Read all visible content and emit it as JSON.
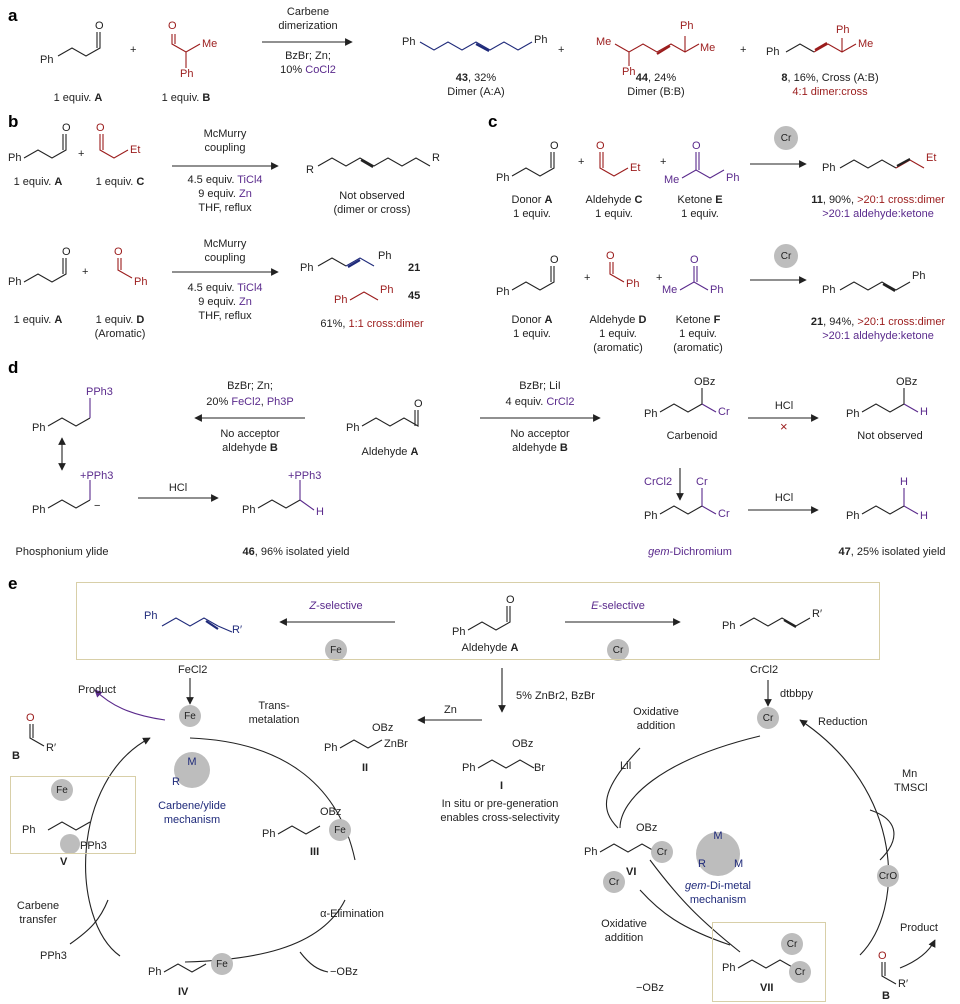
{
  "panel_labels": {
    "a": "a",
    "b": "b",
    "c": "c",
    "d": "d",
    "e": "e"
  },
  "colors": {
    "dark": "#222222",
    "red": "#9b1c1c",
    "purple": "#5a2a8c",
    "blue": "#1f2a7a",
    "metal_fill": "#b5b5b5",
    "box_border": "#d8cfa8"
  },
  "common": {
    "ph": "Ph",
    "me": "Me",
    "et": "Et",
    "r": "R",
    "rp": "R′",
    "o": "O",
    "h": "H",
    "obz": "OBz",
    "pph3": "PPh3",
    "bz": "Bz"
  },
  "a": {
    "arrow_top1": "Carbene",
    "arrow_top2": "dimerization",
    "arrow_bot1": "BzBr; Zn;",
    "arrow_bot2_pre": "10% ",
    "arrow_bot2_col": "CoCl2",
    "sm_a_num": "1 equiv. ",
    "sm_a_id": "A",
    "sm_b_num": "1 equiv. ",
    "sm_b_id": "B",
    "p43_id": "43",
    "p43_yield": ", 32%",
    "p43_desc": "Dimer (A:A)",
    "p44_id": "44",
    "p44_yield": ", 24%",
    "p44_desc": "Dimer (B:B)",
    "p8_id": "8",
    "p8_yield": ", 16%, Cross (A:B)",
    "p8_ratio": "4:1 dimer:cross"
  },
  "b": {
    "r1_top1": "McMurry",
    "r1_top2": "coupling",
    "r1_bot1_pre": "4.5 equiv. ",
    "r1_bot1_col": "TiCl4",
    "r1_bot2_pre": "9 equiv. ",
    "r1_bot2_col": "Zn",
    "r1_bot3": "THF, reflux",
    "sm1_label": "1 equiv. ",
    "sm1_id": "A",
    "sm2_label": "1 equiv. ",
    "sm2_id": "C",
    "r1_result1": "Not observed",
    "r1_result2": "(dimer or cross)",
    "r2_top1": "McMurry",
    "r2_top2": "coupling",
    "r2_bot1_pre": "4.5 equiv. ",
    "r2_bot1_col": "TiCl4",
    "r2_bot2_pre": "9 equiv. ",
    "r2_bot2_col": "Zn",
    "r2_bot3": "THF, reflux",
    "sm3_label": "1 equiv. ",
    "sm3_id": "A",
    "sm4_label": "1 equiv. ",
    "sm4_id": "D",
    "sm4_sub": "(Aromatic)",
    "p21": "21",
    "p45": "45",
    "r2_result_pre": "61%, ",
    "r2_result_col": "1:1 cross:dimer"
  },
  "c": {
    "row1_donor": "Donor ",
    "row1_donor_id": "A",
    "row1_donor_eq": "1 equiv.",
    "row1_ald": "Aldehyde ",
    "row1_ald_id": "C",
    "row1_ald_eq": "1 equiv.",
    "row1_ket": "Ketone ",
    "row1_ket_id": "E",
    "row1_ket_eq": "1 equiv.",
    "row1_metal": "Cr",
    "row1_prod_id": "11",
    "row1_prod_yield": ", 90%, ",
    "row1_prod_sel1": ">20:1 cross:dimer",
    "row1_prod_sel2": ">20:1 aldehyde:ketone",
    "row2_donor": "Donor ",
    "row2_donor_id": "A",
    "row2_donor_eq": "1 equiv.",
    "row2_ald": "Aldehyde ",
    "row2_ald_id": "D",
    "row2_ald_eq": "1 equiv.",
    "row2_ald_sub": "(aromatic)",
    "row2_ket": "Ketone ",
    "row2_ket_id": "F",
    "row2_ket_eq": "1 equiv.",
    "row2_ket_sub": "(aromatic)",
    "row2_metal": "Cr",
    "row2_prod_id": "21",
    "row2_prod_yield": ", 94%, ",
    "row2_prod_sel1": ">20:1 cross:dimer",
    "row2_prod_sel2": ">20:1 aldehyde:ketone"
  },
  "d": {
    "left_top1": "BzBr; Zn;",
    "left_top2_pre": "20% ",
    "left_top2_col1": "FeCl2",
    "left_top2_mid": ", ",
    "left_top2_col2": "Ph3P",
    "left_bot1": "No acceptor",
    "left_bot2_pre": "aldehyde ",
    "left_bot2_id": "B",
    "center_label": "Aldehyde ",
    "center_id": "A",
    "right_top1": "BzBr; LiI",
    "right_top2_pre": "4 equiv. ",
    "right_top2_col": "CrCl2",
    "right_bot1": "No acceptor",
    "right_bot2_pre": "aldehyde ",
    "right_bot2_id": "B",
    "ylide_label": "Phosphonium ylide",
    "hcl": "HCl",
    "hcl2": "HCl",
    "hcl3": "HCl",
    "p46_id": "46",
    "p46_text": ", 96% isolated yield",
    "carbenoid": "Carbenoid",
    "not_observed": "Not observed",
    "crcl2": "CrCl2",
    "gem_italic": "gem",
    "gem_rest": "-Dichromium",
    "p47_id": "47",
    "p47_text": ", 25% isolated yield",
    "cross_mark": "×"
  },
  "e": {
    "z_sel_italic": "Z",
    "z_sel_rest": "-selective",
    "z_metal": "Fe",
    "e_sel_italic": "E",
    "e_sel_rest": "-selective",
    "e_metal": "Cr",
    "ald_label": "Aldehyde ",
    "ald_id": "A",
    "znbr_cond": "5% ZnBr2, BzBr",
    "zn": "Zn",
    "lii": "LiI",
    "int_I": "I",
    "int_II": "II",
    "int_III": "III",
    "int_IV": "IV",
    "int_V": "V",
    "int_VI": "VI",
    "int_VII": "VII",
    "insitu1": "In situ or pre-generation",
    "insitu2": "enables cross-selectivity",
    "fecl2": "FeCl2",
    "fe": "Fe",
    "product_left": "Product",
    "b_left": "B",
    "transmet1": "Trans-",
    "transmet2": "metalation",
    "carbene_mech1": "Carbene/ylide",
    "carbene_mech2": "mechanism",
    "m_label": "M",
    "alpha_elim": "α-Elimination",
    "obz_anion": "−OBz",
    "carbene_transfer1": "Carbene",
    "carbene_transfer2": "transfer",
    "pph3": "PPh3",
    "crcl2": "CrCl2",
    "dtbbpy": "dtbbpy",
    "cr": "Cr",
    "ox_add1": "Oxidative",
    "ox_add2": "addition",
    "reduction": "Reduction",
    "mn": "Mn",
    "tmscl": "TMSCl",
    "gem_mech_italic": "gem",
    "gem_mech_rest": "-Di-metal",
    "gem_mech2": "mechanism",
    "cro": "CrO",
    "ox_add3": "Oxidative",
    "ox_add4": "addition",
    "obz_anion2": "−OBz",
    "product_right": "Product",
    "b_right": "B"
  }
}
